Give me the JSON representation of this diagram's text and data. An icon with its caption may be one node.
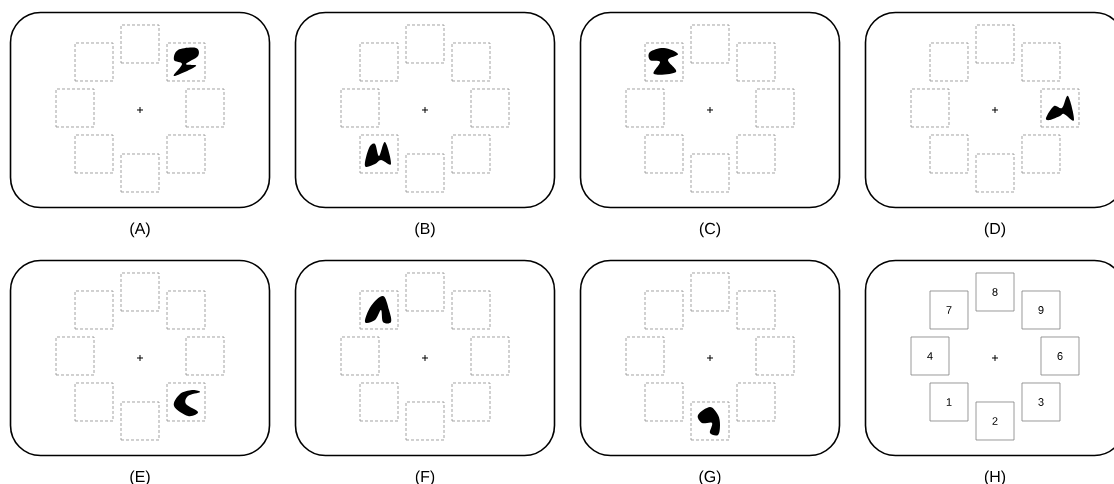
{
  "diagram": {
    "nodes": [
      {
        "text": [
          "(A)"
        ]
      },
      {
        "text": [],
        "shape": "box",
        "in": 0
      },
      {
        "text": [],
        "shape": "box",
        "in": 0
      },
      {
        "text": [],
        "shape": "box",
        "in": 0
      },
      {
        "text": [],
        "shape": "box",
        "in": 0
      },
      {
        "text": [],
        "shape": "box",
        "in": 0
      },
      {
        "text": [],
        "shape": "box",
        "in": 0
      },
      {
        "text": [],
        "shape": "box",
        "in": 0
      },
      {
        "text": [],
        "shape": "box",
        "in": 0
      },
      {
        "text": [],
        "shape": "picture",
        "in": 3
      },
      {
        "text": [
          "(B)"
        ]
      },
      {
        "text": [],
        "shape": "box",
        "in": 10
      },
      {
        "text": [],
        "shape": "box",
        "in": 10
      },
      {
        "text": [],
        "shape": "box",
        "in": 10
      },
      {
        "text": [],
        "shape": "box",
        "in": 10
      },
      {
        "text": [],
        "shape": "box",
        "in": 10
      },
      {
        "text": [],
        "shape": "box",
        "in": 10
      },
      {
        "text": [],
        "shape": "box",
        "in": 10
      },
      {
        "text": [],
        "shape": "box",
        "in": 10
      },
      {
        "text": [],
        "shape": "picture",
        "in": 16
      },
      {
        "text": [
          "(C)"
        ]
      },
      {
        "text": [],
        "shape": "box",
        "in": 20
      },
      {
        "text": [],
        "shape": "box",
        "in": 20
      },
      {
        "text": [],
        "shape": "box",
        "in": 20
      },
      {
        "text": [],
        "shape": "box",
        "in": 20
      },
      {
        "text": [],
        "shape": "box",
        "in": 20
      },
      {
        "text": [],
        "shape": "box",
        "in": 20
      },
      {
        "text": [],
        "shape": "box",
        "in": 20
      },
      {
        "text": [],
        "shape": "box",
        "in": 20
      },
      {
        "text": [],
        "shape": "picture",
        "in": 22
      },
      {
        "text": [
          "(D)"
        ]
      },
      {
        "text": [],
        "shape": "box",
        "in": 30
      },
      {
        "text": [],
        "shape": "box",
        "in": 30
      },
      {
        "text": [],
        "shape": "box",
        "in": 30
      },
      {
        "text": [],
        "shape": "box",
        "in": 30
      },
      {
        "text": [],
        "shape": "box",
        "in": 30
      },
      {
        "text": [],
        "shape": "box",
        "in": 30
      },
      {
        "text": [],
        "shape": "box",
        "in": 30
      },
      {
        "text": [],
        "shape": "box",
        "in": 30
      },
      {
        "text": [],
        "shape": "picture",
        "in": 35
      },
      {
        "text": [
          "(E)"
        ]
      },
      {
        "text": [],
        "shape": "box",
        "in": 40
      },
      {
        "text": [],
        "shape": "box",
        "in": 40
      },
      {
        "text": [],
        "shape": "box",
        "in": 40
      },
      {
        "text": [],
        "shape": "box",
        "in": 40
      },
      {
        "text": [],
        "shape": "box",
        "in": 40
      },
      {
        "text": [],
        "shape": "box",
        "in": 40
      },
      {
        "text": [],
        "shape": "box",
        "in": 40
      },
      {
        "text": [],
        "shape": "box",
        "in": 40
      },
      {
        "text": [],
        "shape": "picture",
        "in": 47
      },
      {
        "text": [
          "(F)"
        ]
      },
      {
        "text": [],
        "shape": "box",
        "in": 50
      },
      {
        "text": [],
        "shape": "box",
        "in": 50
      },
      {
        "text": [],
        "shape": "box",
        "in": 50
      },
      {
        "text": [],
        "shape": "box",
        "in": 50
      },
      {
        "text": [],
        "shape": "box",
        "in": 50
      },
      {
        "text": [],
        "shape": "box",
        "in": 50
      },
      {
        "text": [],
        "shape": "box",
        "in": 50
      },
      {
        "text": [],
        "shape": "box",
        "in": 50
      },
      {
        "text": [],
        "shape": "picture",
        "in": 52
      },
      {
        "text": [
          "(G)"
        ]
      },
      {
        "text": [],
        "shape": "box",
        "in": 60
      },
      {
        "text": [],
        "shape": "box",
        "in": 60
      },
      {
        "text": [],
        "shape": "box",
        "in": 60
      },
      {
        "text": [],
        "shape": "box",
        "in": 60
      },
      {
        "text": [],
        "shape": "box",
        "in": 60
      },
      {
        "text": [],
        "shape": "box",
        "in": 60
      },
      {
        "text": [],
        "shape": "box",
        "in": 60
      },
      {
        "text": [],
        "shape": "box",
        "in": 60
      },
      {
        "text": [],
        "shape": "picture",
        "in": 68
      },
      {
        "text": [
          "(H)"
        ]
      },
      {
        "text": [
          "8"
        ],
        "in": 70
      },
      {
        "text": [
          "7"
        ],
        "in": 70
      },
      {
        "text": [
          "9"
        ],
        "in": 70
      },
      {
        "text": [
          "4"
        ],
        "in": 70
      },
      {
        "text": [
          "6"
        ],
        "in": 70
      },
      {
        "text": [
          "1"
        ],
        "in": 70
      },
      {
        "text": [
          "3"
        ],
        "in": 70
      },
      {
        "text": [
          "2"
        ],
        "in": 70
      }
    ]
  }
}
